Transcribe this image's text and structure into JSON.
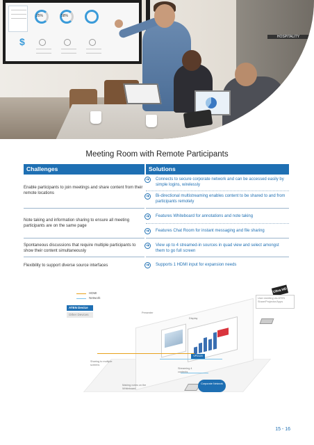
{
  "page": {
    "title": "Meeting Room with Remote Participants",
    "page_number": "15 - 16"
  },
  "photo": {
    "screen_texts": [
      "25%",
      "58%"
    ],
    "wall_sign": "HOSPITALITY"
  },
  "table": {
    "headers": {
      "challenges": "Challenges",
      "solutions": "Solutions"
    },
    "rows": [
      {
        "challenge": "Enable participants to join meetings and share content from their remote locations",
        "solutions": [
          "Connects to secure corporate network and can be accessed easily by simple logins, wirelessly",
          "Bi-directional multistreaming enables content to be shared to and from participants remotely"
        ]
      },
      {
        "challenge": "Note taking and information sharing to ensure all meeting participants are on the same page",
        "solutions": [
          "Features Whiteboard for annotations and note taking",
          "Features Chat Room for instant messaging and file sharing"
        ]
      },
      {
        "challenge": "Spontaneous discussions that require multiple participants to show their content simultaneously",
        "solutions": [
          "View up to 4 streamed-in sources in quad view and select amongst them to go full screen"
        ]
      },
      {
        "challenge": "Flexibility to support diverse source interfaces",
        "solutions": [
          "Supports 1 HDMI input for expansion needs"
        ]
      }
    ]
  },
  "diagram": {
    "legend": {
      "hdmi": "HDMI",
      "network": "Network"
    },
    "chips": {
      "aten": "ATEN Device",
      "other": "Other Devices"
    },
    "device_label": "VP2120",
    "badge": "Ultra HD",
    "callout": "User meeting via ATEN Share/Projector/Apps",
    "labels": [
      "Display",
      "Presenter",
      "Sharing to multiple screens",
      "Streaming 4 contents",
      "Making notes on the Whiteboard"
    ],
    "cloud": "Corporate Network"
  },
  "colors": {
    "accent": "#1e6fb3",
    "hdmi": "#e8a11b",
    "network": "#7cc2e8",
    "alert": "#d9343d"
  }
}
